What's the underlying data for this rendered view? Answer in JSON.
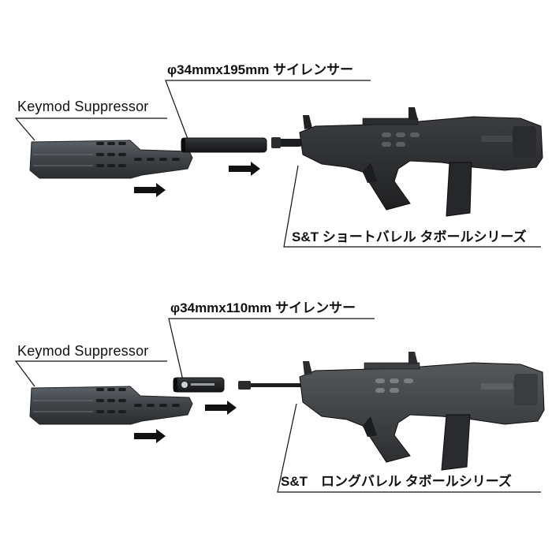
{
  "top": {
    "keymod_label": "Keymod Suppressor",
    "silencer_label": "φ34mmx195mm サイレンサー",
    "rifle_label": "S&T ショートバレル タボールシリーズ"
  },
  "bottom": {
    "keymod_label": "Keymod Suppressor",
    "silencer_label": "φ34mmx110mm サイレンサー",
    "rifle_label": "S&T　ロングバレル タボールシリーズ"
  },
  "icons": {
    "arrow": "right-arrow-icon"
  },
  "colors": {
    "product_dark": "#2f3236",
    "product_mid": "#4a4e53",
    "product_light": "#6b7076",
    "line": "#111111"
  }
}
